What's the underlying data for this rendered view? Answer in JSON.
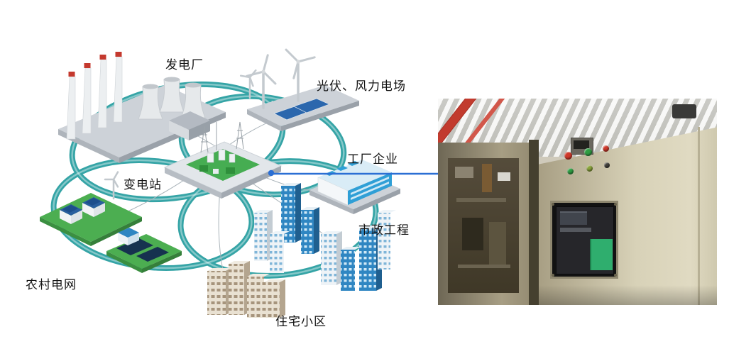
{
  "page": {
    "background": "#ffffff"
  },
  "diagram": {
    "labels": [
      {
        "id": "power-plant",
        "text": "发电厂"
      },
      {
        "id": "pv-wind-farm",
        "text": "光伏、风力电场"
      },
      {
        "id": "factory-enterprise",
        "text": "工厂企业"
      },
      {
        "id": "substation",
        "text": "变电站"
      },
      {
        "id": "municipal-engineering",
        "text": "市政工程"
      },
      {
        "id": "rural-power-grid",
        "text": "农村电网"
      },
      {
        "id": "residential-community",
        "text": "住宅小区"
      }
    ],
    "colors": {
      "ring_teal": "#2ba0a2",
      "substation_green": "#46ad52",
      "building_blue": "#2f86c2",
      "factory_blue": "#2f9fd6",
      "solar_blue": "#1d4f8c",
      "chimney_red": "#c4392e",
      "rural_green": "#4cae51"
    }
  },
  "connector": {
    "color": "#2b6fd4"
  },
  "photo": {
    "subject": "switchgear-cabinet-with-protection-relay",
    "colors": {
      "cabinet_beige": "#d8d2b8",
      "relay_black": "#26262a",
      "relay_green": "#2fae6e",
      "indicator_red": "#cf3a2b",
      "indicator_green": "#2f9e43",
      "pipe_red": "#c23b2e"
    }
  }
}
